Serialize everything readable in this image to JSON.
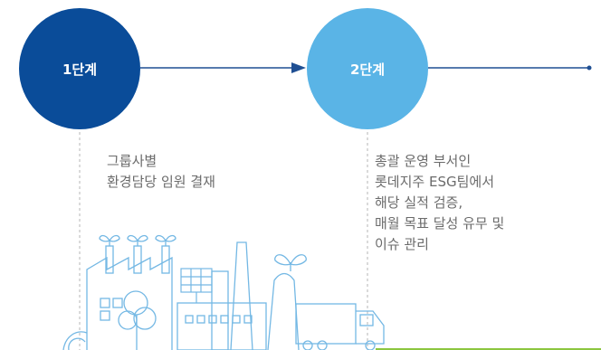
{
  "colors": {
    "step1": "#0a4c99",
    "step2": "#5ab4e6",
    "line": "#1f4f93",
    "illustration": "#74b8e4",
    "dashed": "#b5b5b5",
    "ground": "#8cc63f"
  },
  "steps": [
    {
      "label": "1단계",
      "description": "그룹사별\n환경담당 임원 결재"
    },
    {
      "label": "2단계",
      "description": "총괄 운영 부서인\n롯데지주 ESG팀에서\n해당 실적 검증,\n매월 목표 달성 유무 및\n이슈 관리"
    }
  ],
  "icons": [
    "arrow-right-icon",
    "factory-icon",
    "sprout-icon",
    "tree-icon",
    "solar-panel-icon",
    "truck-icon"
  ]
}
